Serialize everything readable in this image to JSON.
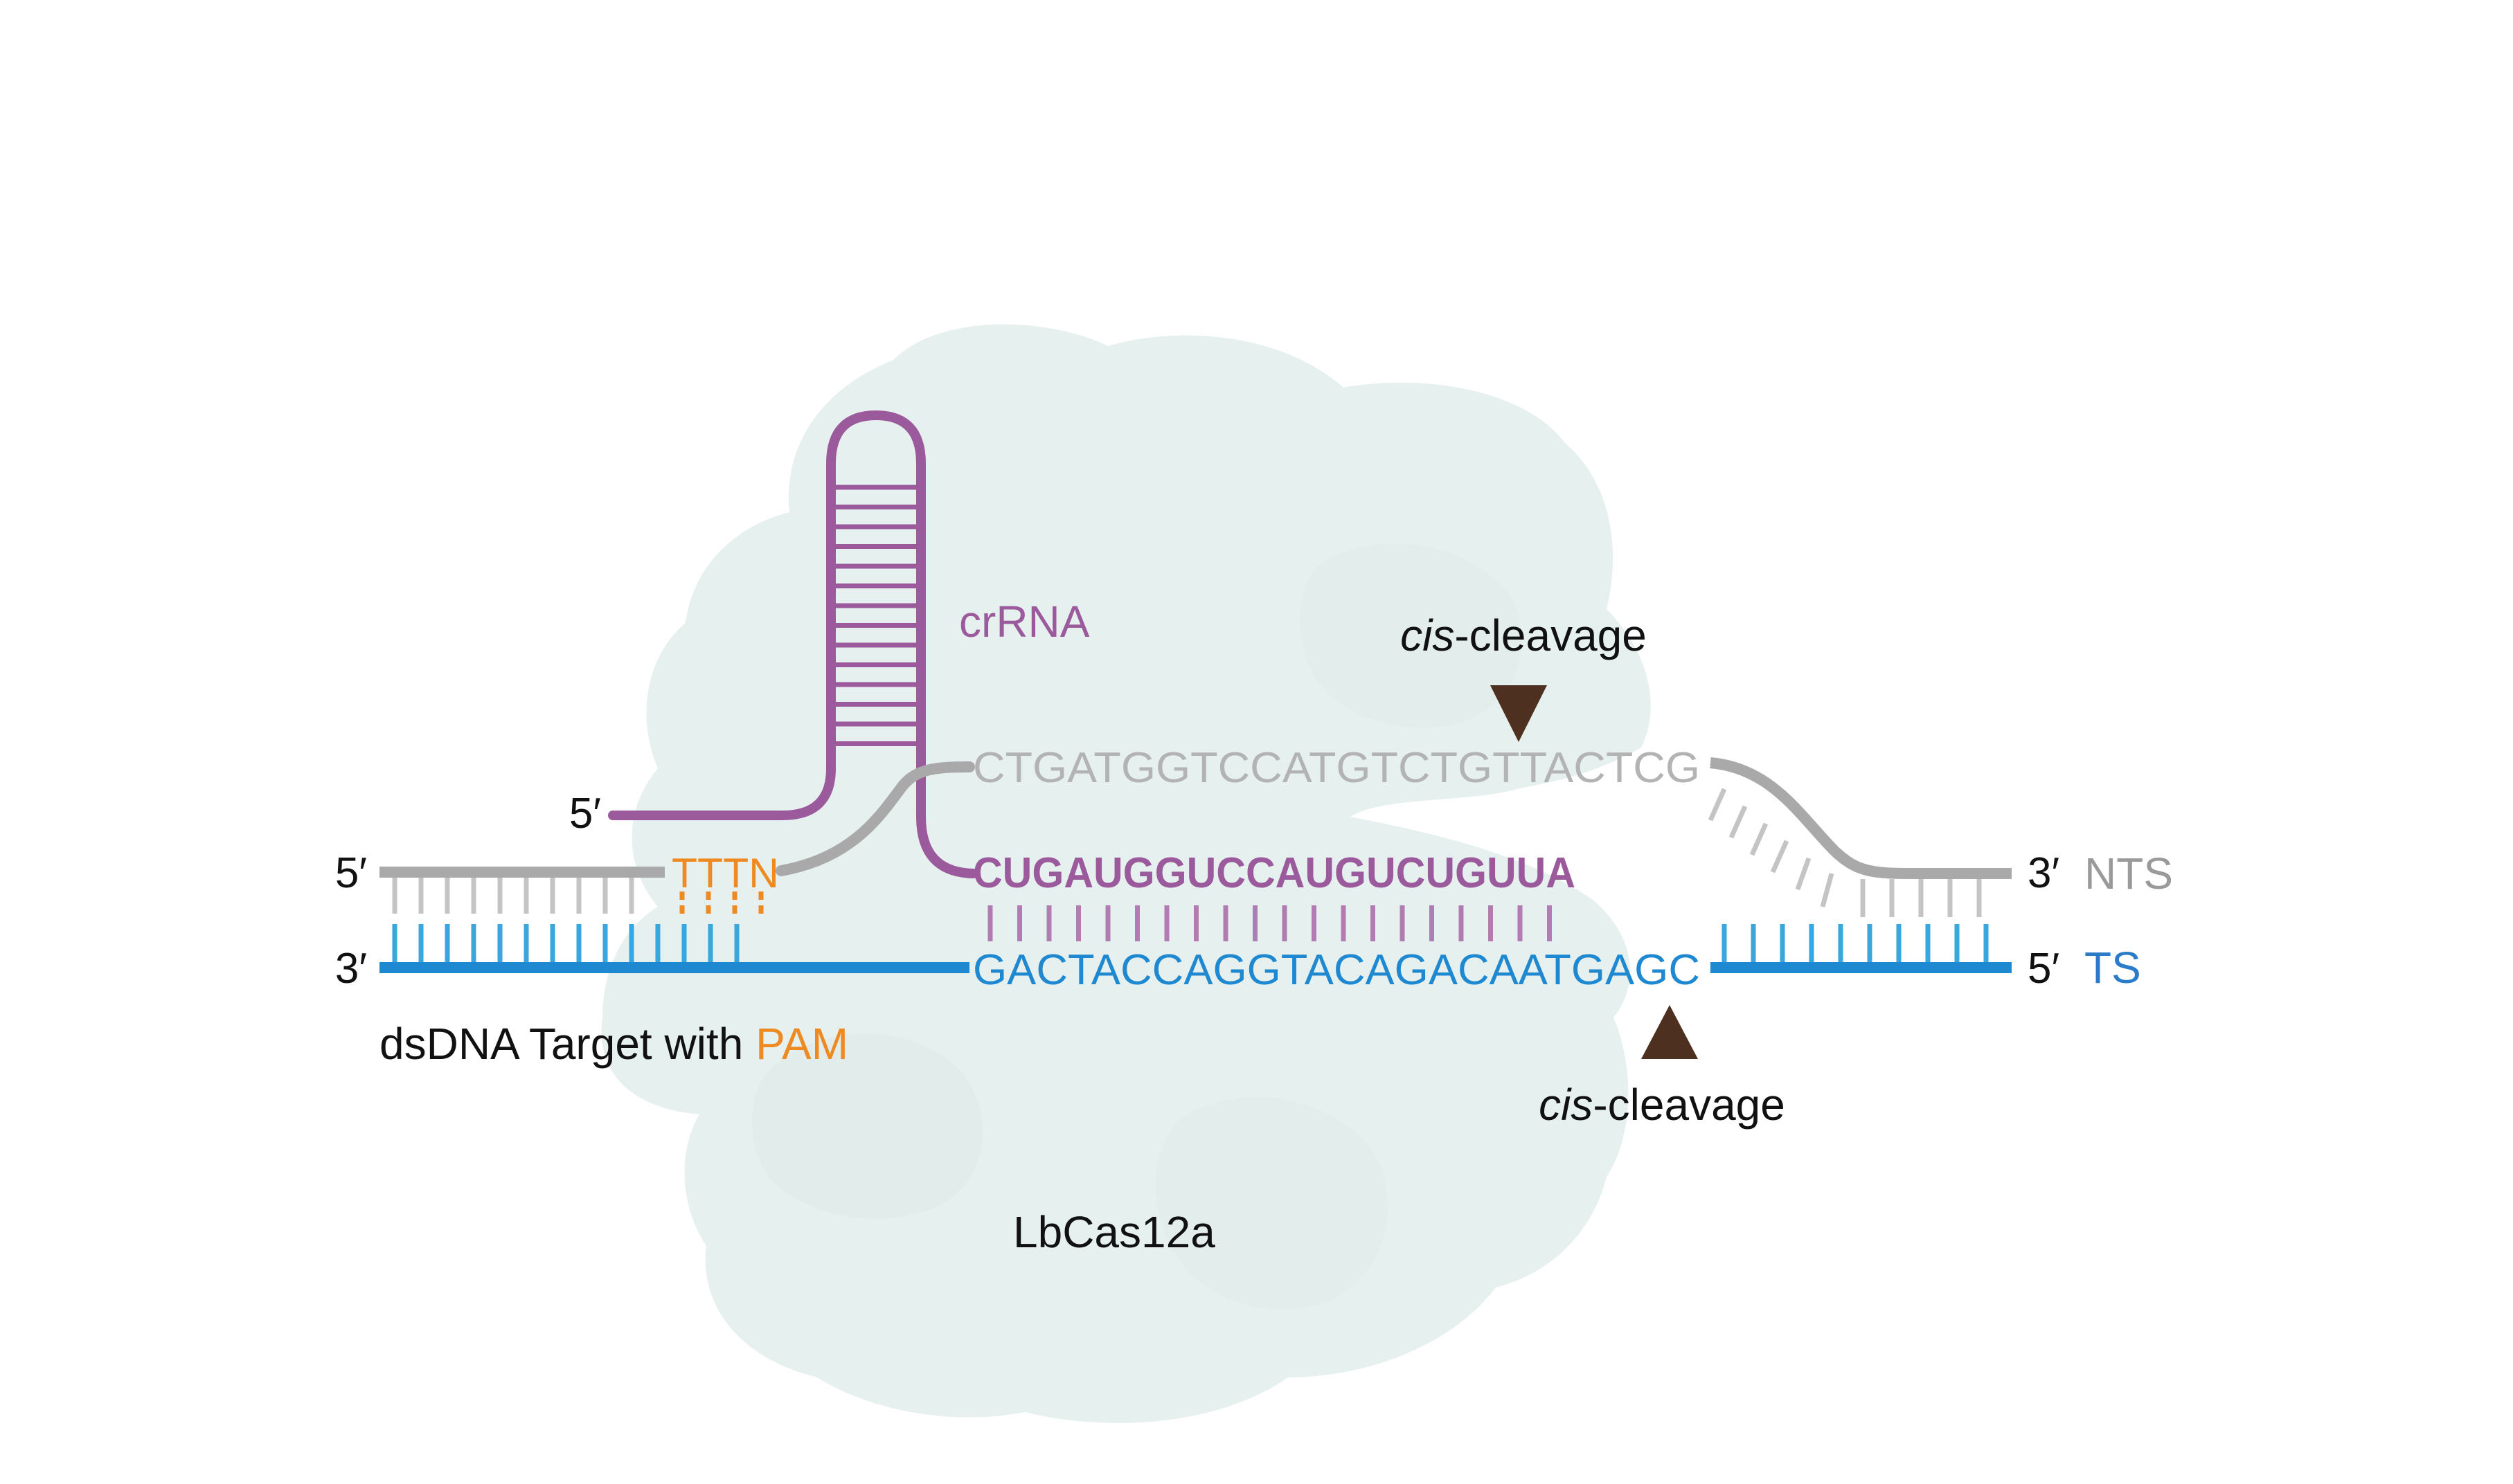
{
  "protein": {
    "label": "LbCas12a",
    "color": "#e6f0ef"
  },
  "crrna": {
    "label": "crRNA",
    "five_prime": "5′",
    "spacer_sequence": "CUGAUGGUCCAUGUCUGUUA",
    "color": "#9b5a9b"
  },
  "nts": {
    "five_prime": "5′",
    "three_prime": "3′",
    "name": "NTS",
    "sequence": "CTGATGGTCCATGTCTGTTACTCG",
    "pam": "TTTN",
    "color": "#b3b3b3",
    "name_color": "#9a9a9a"
  },
  "ts": {
    "three_prime": "3′",
    "five_prime": "5′",
    "name": "TS",
    "sequence": "GACTACCAGGTACAGACAATGAGC",
    "color": "#1e88d0",
    "name_color": "#2a7bc8",
    "tick_color": "#3aa6de"
  },
  "pam_color": "#ee8a22",
  "target_label": {
    "prefix": "dsDNA Target with ",
    "pam_word": "PAM"
  },
  "cleavage": {
    "top": {
      "italic": "cis",
      "rest": "-cleavage"
    },
    "bottom": {
      "italic": "cis",
      "rest": "-cleavage"
    },
    "marker_color": "#4e3020"
  }
}
